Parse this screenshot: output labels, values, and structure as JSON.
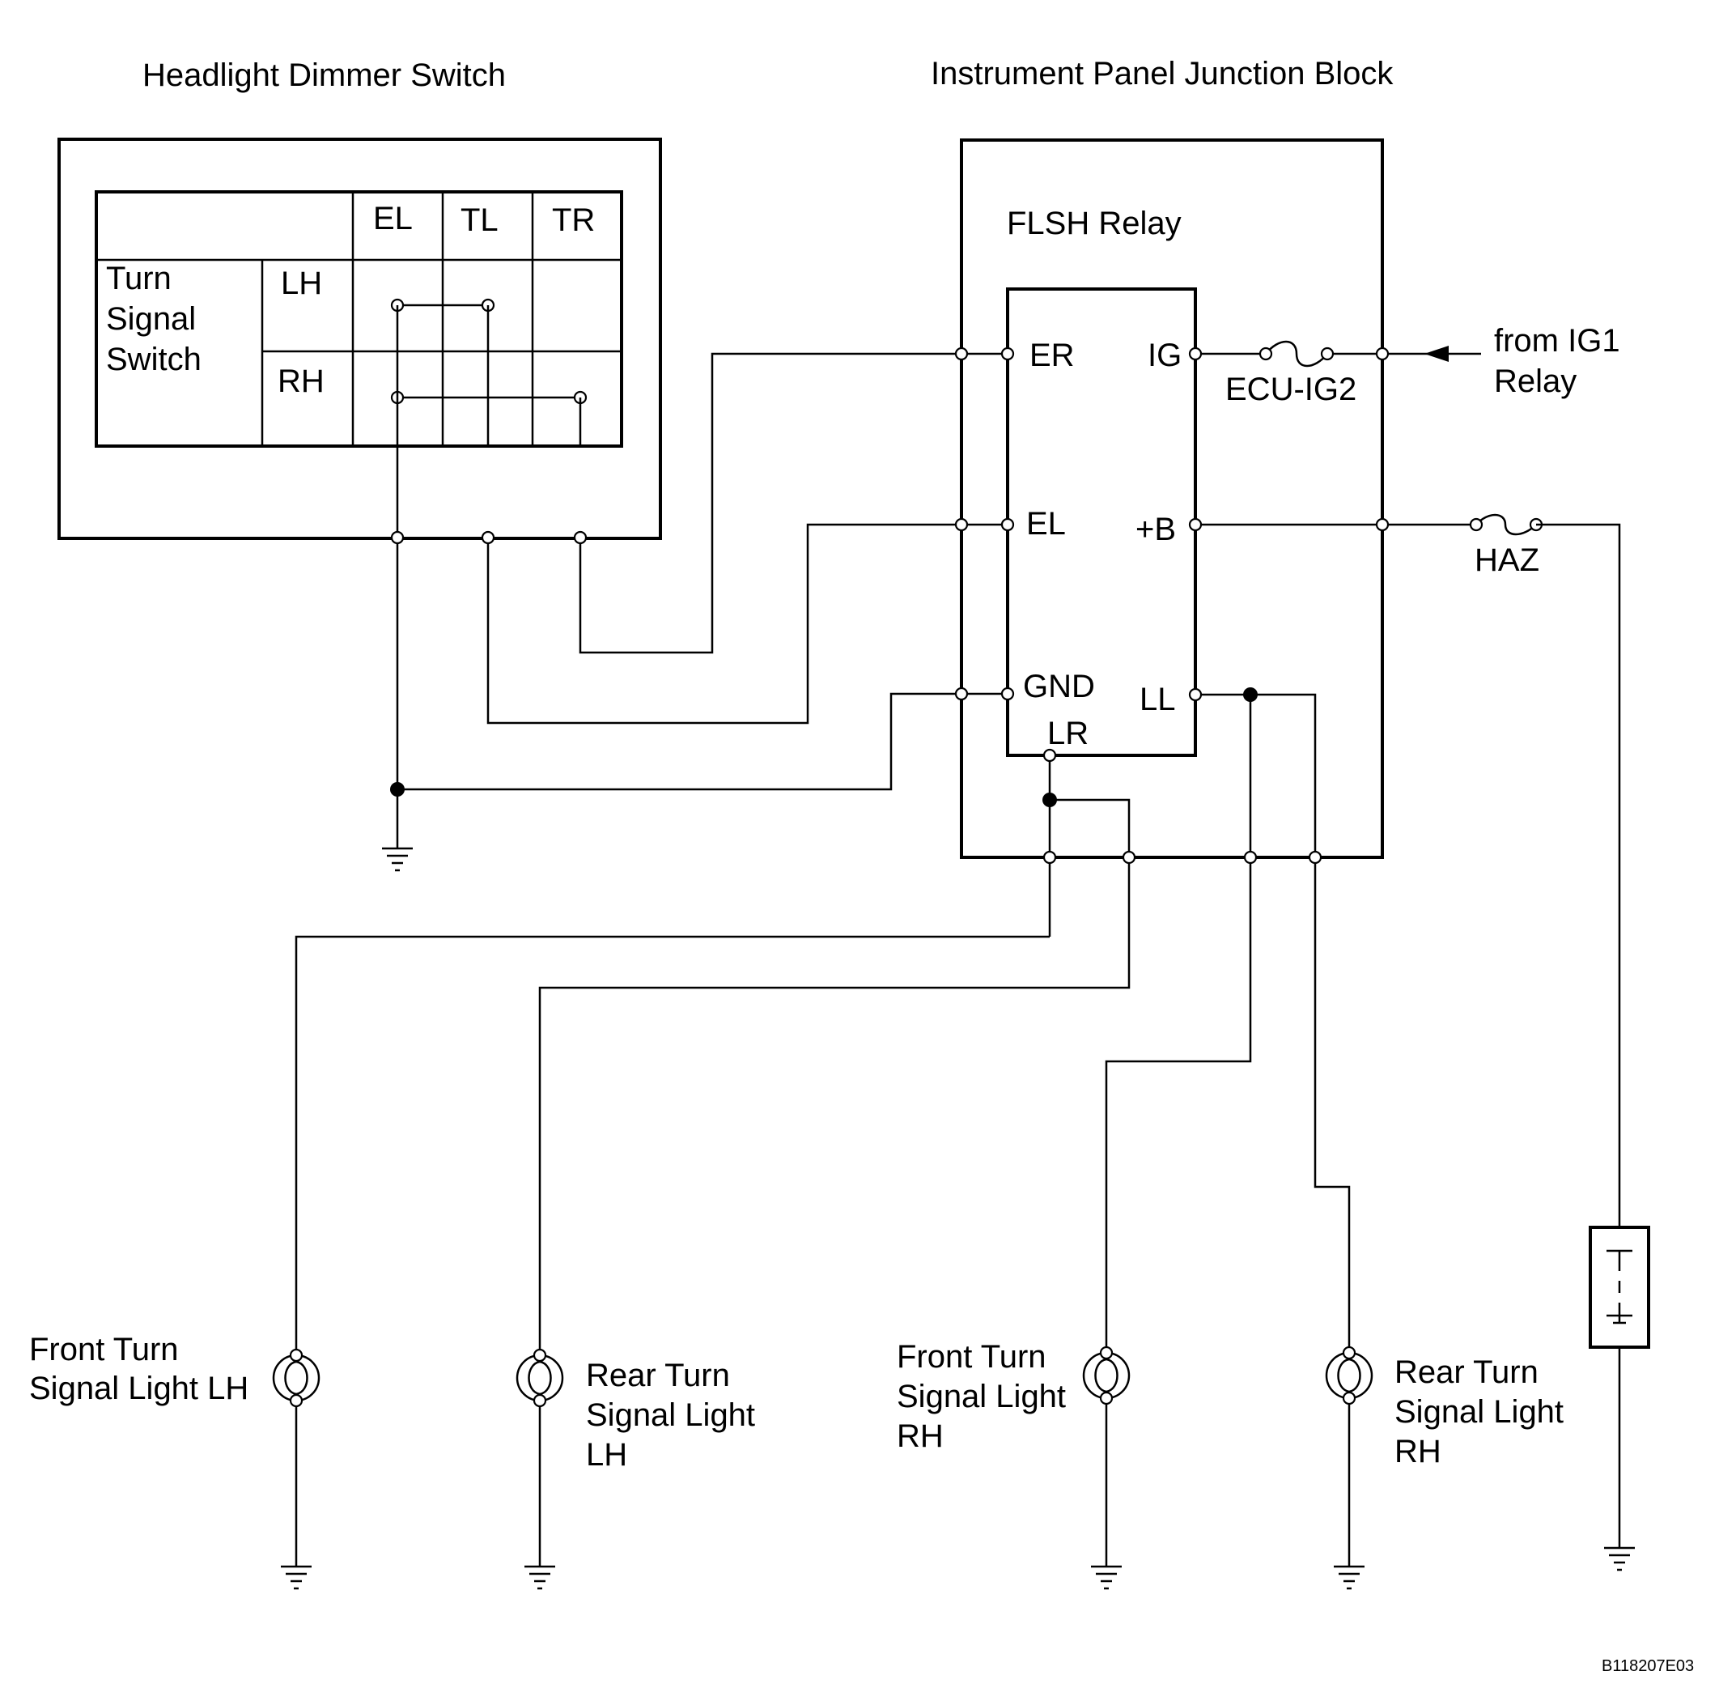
{
  "titles": {
    "dimmer_switch": "Headlight Dimmer Switch",
    "junction_block": "Instrument Panel Junction Block"
  },
  "switch_table": {
    "row_label": [
      "Turn",
      "Signal",
      "Switch"
    ],
    "columns": [
      "EL",
      "TL",
      "TR"
    ],
    "rows": [
      "LH",
      "RH"
    ]
  },
  "relay": {
    "name": "FLSH Relay",
    "terminals": {
      "er": "ER",
      "el": "EL",
      "gnd": "GND",
      "lr": "LR",
      "ig": "IG",
      "b": "+B",
      "ll": "LL"
    }
  },
  "fuses": {
    "ecu": "ECU-IG2",
    "haz": "HAZ"
  },
  "source": [
    "from IG1",
    "Relay"
  ],
  "lights": {
    "front_lh": [
      "Front Turn",
      "Signal Light LH"
    ],
    "rear_lh": [
      "Rear Turn",
      "Signal Light",
      "LH"
    ],
    "front_rh": [
      "Front Turn",
      "Signal Light",
      "RH"
    ],
    "rear_rh": [
      "Rear Turn",
      "Signal Light",
      "RH"
    ]
  },
  "figure_code": "B118207E03"
}
